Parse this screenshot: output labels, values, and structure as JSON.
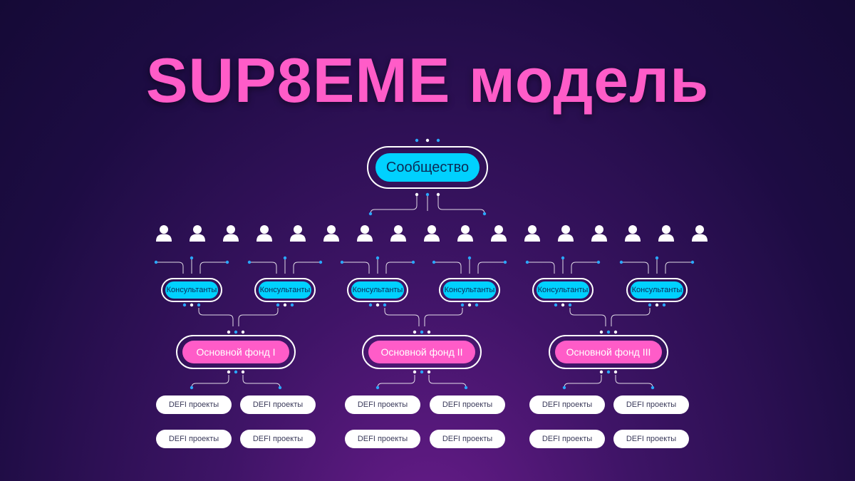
{
  "title": "SUP8EME модель",
  "colors": {
    "title": "#ff5cc8",
    "community": "#00d1ff",
    "consultant": "#00d1ff",
    "fund": "#ff5cc8",
    "defi": "#ffffff",
    "connector": "#ffffff",
    "dot_accent": "#2aa8ff"
  },
  "community": {
    "label": "Сообщество"
  },
  "members": {
    "count": 17,
    "icon": "person-icon"
  },
  "consultants": [
    {
      "label": "Консультанты"
    },
    {
      "label": "Консультанты"
    },
    {
      "label": "Консультанты"
    },
    {
      "label": "Консультанты"
    },
    {
      "label": "Консультанты"
    },
    {
      "label": "Консультанты"
    }
  ],
  "funds": [
    {
      "label": "Основной фонд I"
    },
    {
      "label": "Основной фонд II"
    },
    {
      "label": "Основной фонд III"
    }
  ],
  "defi": [
    {
      "label": "DEFI проекты"
    },
    {
      "label": "DEFI проекты"
    },
    {
      "label": "DEFI проекты"
    },
    {
      "label": "DEFI проекты"
    },
    {
      "label": "DEFI проекты"
    },
    {
      "label": "DEFI проекты"
    },
    {
      "label": "DEFI проекты"
    },
    {
      "label": "DEFI проекты"
    },
    {
      "label": "DEFI проекты"
    },
    {
      "label": "DEFI проекты"
    },
    {
      "label": "DEFI проекты"
    },
    {
      "label": "DEFI проекты"
    }
  ]
}
